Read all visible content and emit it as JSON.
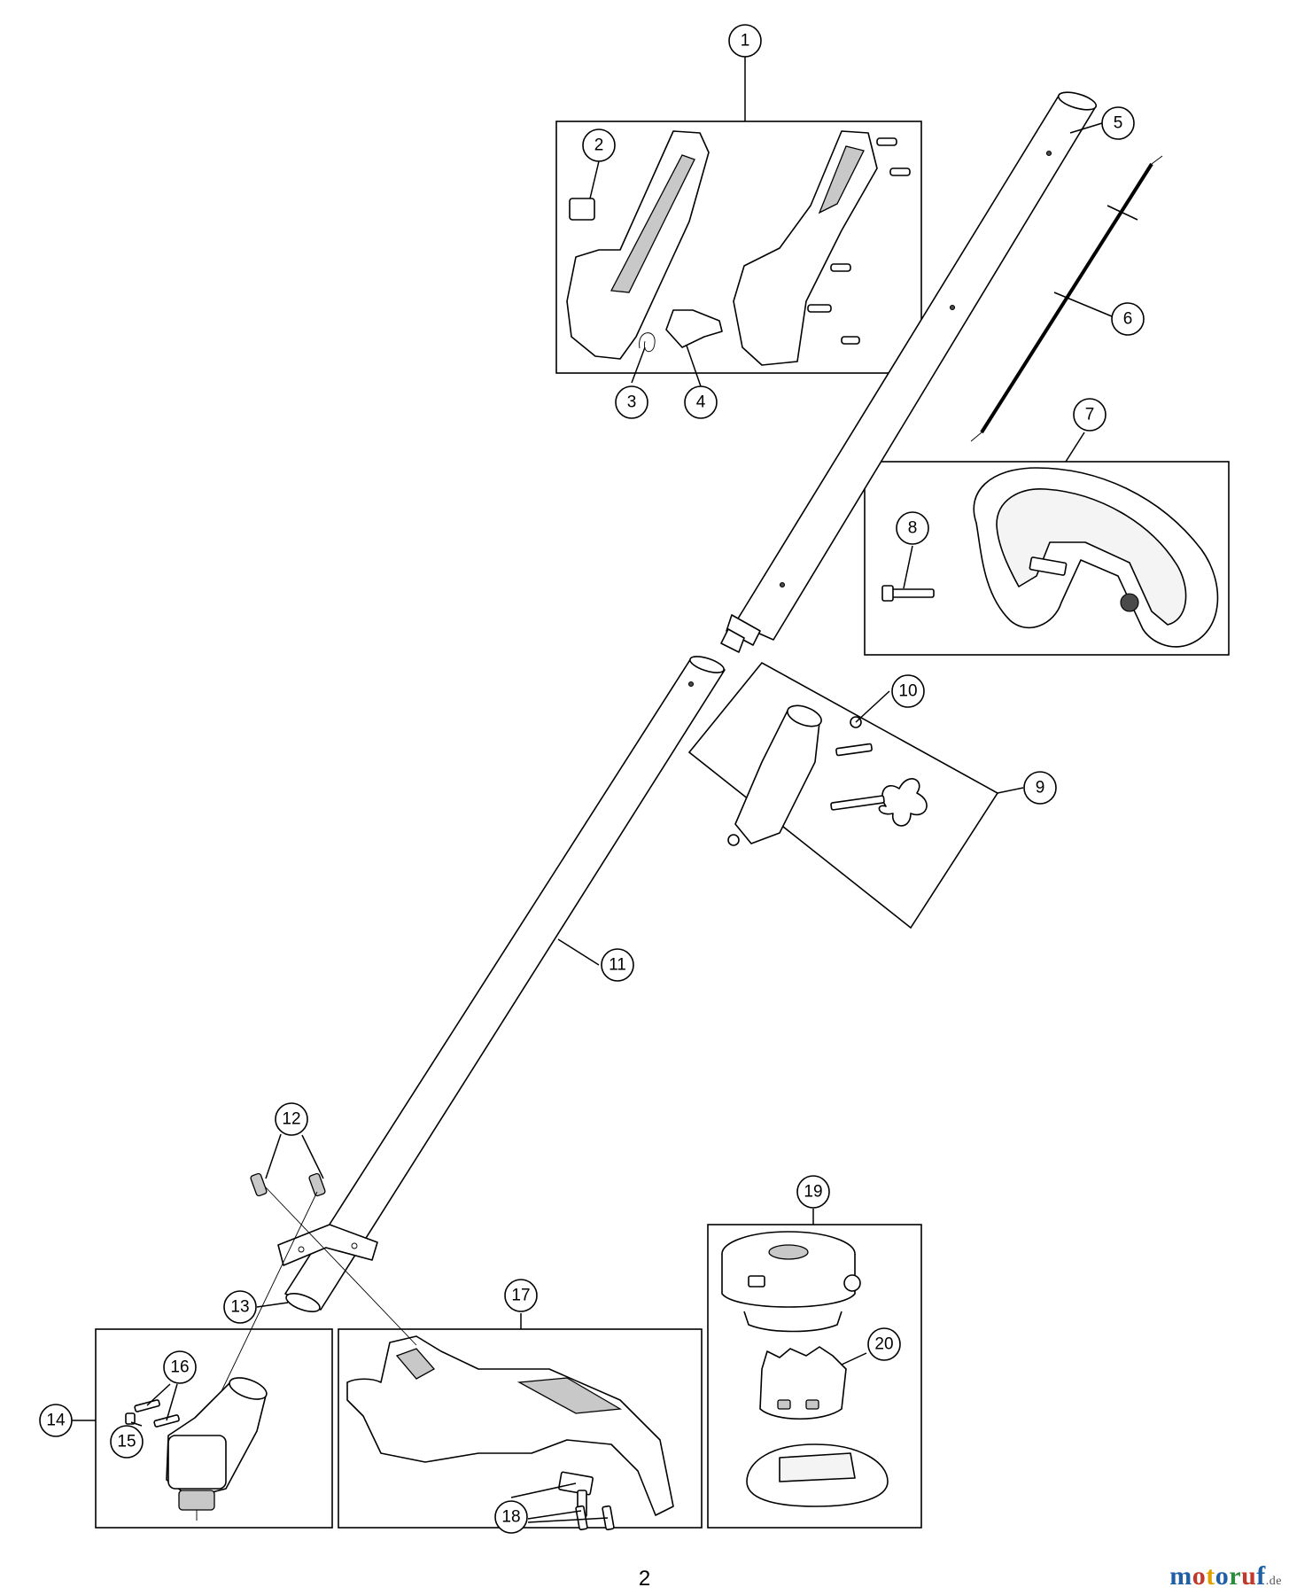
{
  "callouts": [
    "1",
    "2",
    "3",
    "4",
    "5",
    "6",
    "7",
    "8",
    "9",
    "10",
    "11",
    "12",
    "13",
    "14",
    "15",
    "16",
    "17",
    "18",
    "19",
    "20"
  ],
  "page_number": "2",
  "watermark": {
    "letters": [
      "m",
      "o",
      "t",
      "o",
      "r",
      "u",
      "f"
    ],
    "letter_colors": [
      "#1f5fa8",
      "#c0392b",
      "#e0a000",
      "#1f5fa8",
      "#2e8b3e",
      "#c0392b",
      "#1f5fa8"
    ],
    "suffix": ".de"
  }
}
